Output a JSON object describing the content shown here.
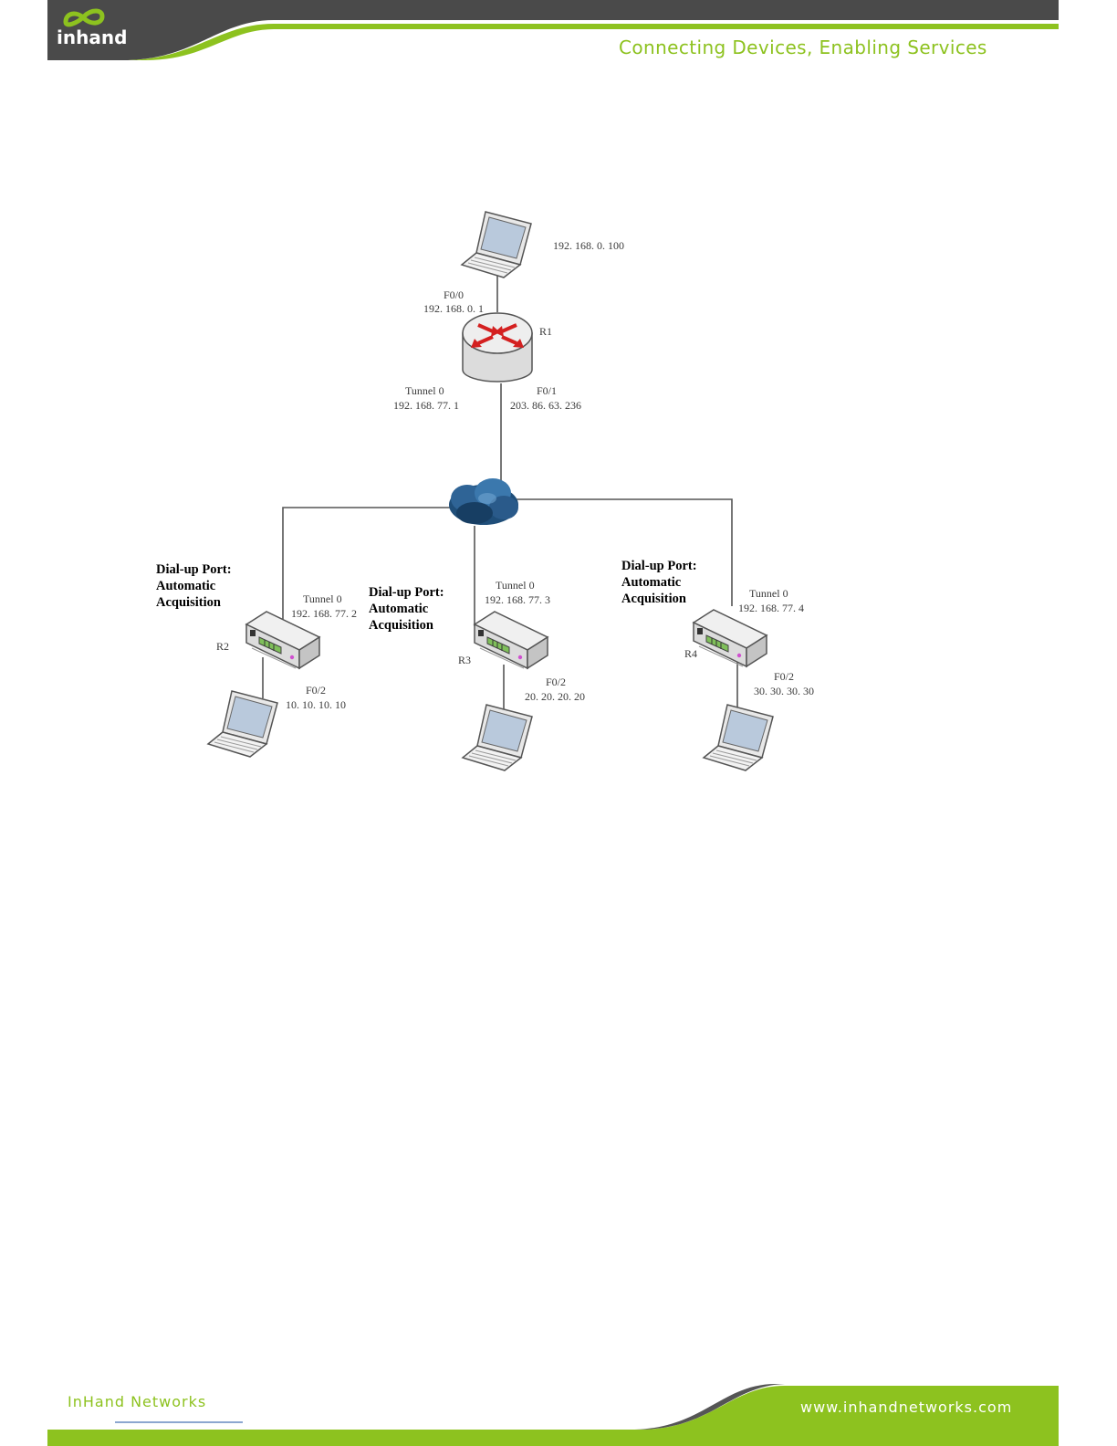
{
  "header": {
    "logo_text": "inhand",
    "tagline": "Connecting Devices, Enabling Services"
  },
  "footer": {
    "company": "InHand Networks",
    "website": "www.inhandnetworks.com"
  },
  "diagram": {
    "pc_top_ip": "192. 168. 0. 100",
    "r1": {
      "name": "R1",
      "f00_label": "F0/0",
      "f00_ip": "192. 168. 0. 1",
      "tunnel_label": "Tunnel 0",
      "tunnel_ip": "192. 168. 77. 1",
      "f01_label": "F0/1",
      "f01_ip": "203. 86. 63. 236"
    },
    "r2": {
      "name": "R2",
      "dialup1": "Dial-up Port:",
      "dialup2": "Automatic",
      "dialup3": "Acquisition",
      "tunnel_label": "Tunnel 0",
      "tunnel_ip": "192. 168. 77. 2",
      "f02_label": "F0/2",
      "f02_ip": "10. 10. 10. 10"
    },
    "r3": {
      "name": "R3",
      "dialup1": "Dial-up Port:",
      "dialup2": "Automatic",
      "dialup3": "Acquisition",
      "tunnel_label": "Tunnel 0",
      "tunnel_ip": "192. 168. 77. 3",
      "f02_label": "F0/2",
      "f02_ip": "20. 20. 20. 20"
    },
    "r4": {
      "name": "R4",
      "dialup1": "Dial-up Port:",
      "dialup2": "Automatic",
      "dialup3": "Acquisition",
      "tunnel_label": "Tunnel 0",
      "tunnel_ip": "192. 168. 77. 4",
      "f02_label": "F0/2",
      "f02_ip": "30. 30. 30. 30"
    }
  },
  "colors": {
    "brand_green": "#8dc21f",
    "header_dark": "#4a4a4a"
  }
}
